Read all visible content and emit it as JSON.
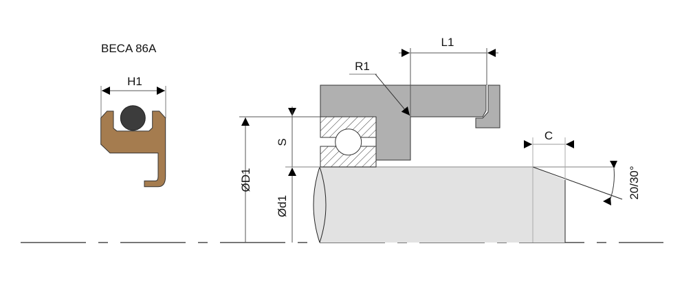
{
  "title": "BECA 86A",
  "labels": {
    "h1": "H1",
    "l1": "L1",
    "r1": "R1",
    "s": "S",
    "d1_outer": "ØD1",
    "d1_inner": "Ød1",
    "c": "C",
    "angle": "20/30°"
  },
  "colors": {
    "seal_profile": "#a57c4f",
    "oring": "#3c3c3c",
    "housing": "#b0b0b0",
    "shaft": "#e2e2e2"
  }
}
